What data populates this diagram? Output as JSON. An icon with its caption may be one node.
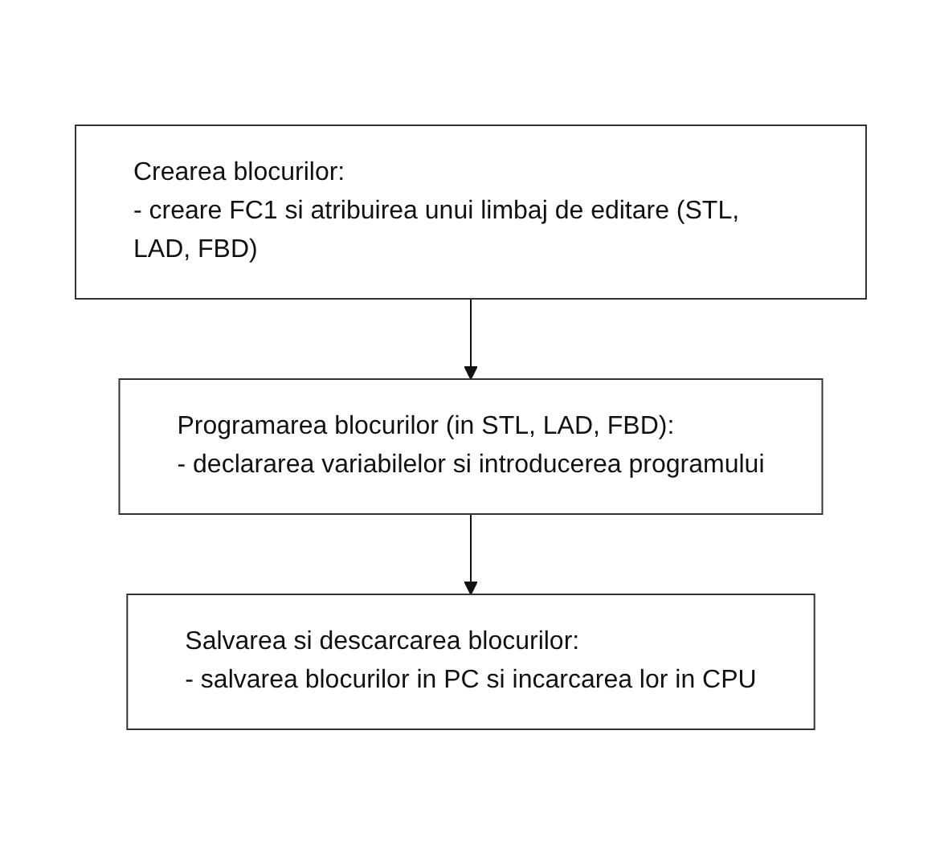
{
  "diagram": {
    "nodes": [
      {
        "text": [
          "Crearea blocurilor:",
          "- creare FC1 si atribuirea unui limbaj de editare (STL, LAD, FBD)"
        ]
      },
      {
        "text": [
          "Programarea blocurilor (in STL, LAD, FBD):",
          "- declararea variabilelor si introducerea programului"
        ]
      },
      {
        "text": [
          "Salvarea si descarcarea blocurilor:",
          "- salvarea blocurilor in PC si incarcarea lor in CPU"
        ]
      }
    ],
    "edges": [
      {
        "from": 0,
        "to": 1,
        "arrow": "to"
      },
      {
        "from": 1,
        "to": 2,
        "arrow": "to"
      }
    ]
  }
}
